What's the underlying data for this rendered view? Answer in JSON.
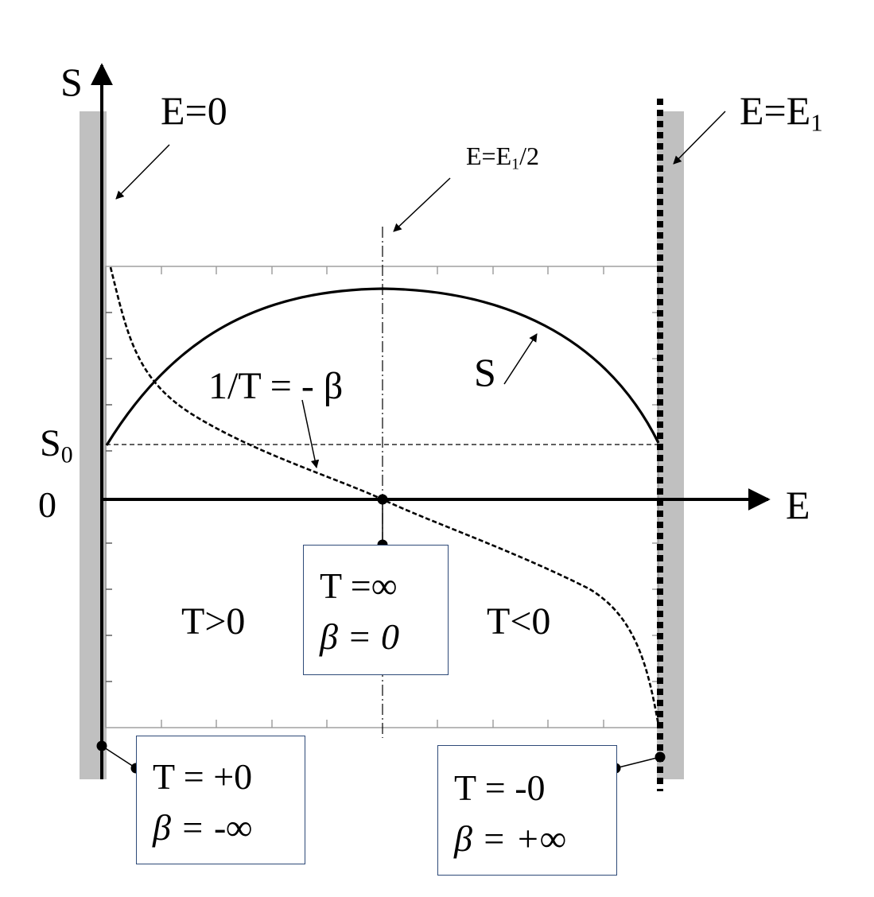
{
  "axes": {
    "y_label": "S",
    "x_label": "E",
    "origin_label": "0",
    "s0_label": "S",
    "s0_sub": "0"
  },
  "edges": {
    "left_label": "E=0",
    "right_label_main": "E=E",
    "right_label_sub": "1",
    "middle_label_main": "E=E",
    "middle_label_sub": "1",
    "middle_label_tail": "/2"
  },
  "curves": {
    "entropy_label": "S",
    "inverse_temp_label": "1/T = - β"
  },
  "regions": {
    "positive": "T>0",
    "negative": "T<0"
  },
  "boxes": {
    "center": {
      "t": "T =∞",
      "beta": "β = 0"
    },
    "left": {
      "t": "T = +0",
      "beta": "β = -∞"
    },
    "right": {
      "t": "T = -0",
      "beta": "β = +∞"
    }
  },
  "colors": {
    "edge_band": "#c0c0c0",
    "box_border": "#2e4a78",
    "ink": "#000000",
    "frame": "#9a9a9a"
  }
}
